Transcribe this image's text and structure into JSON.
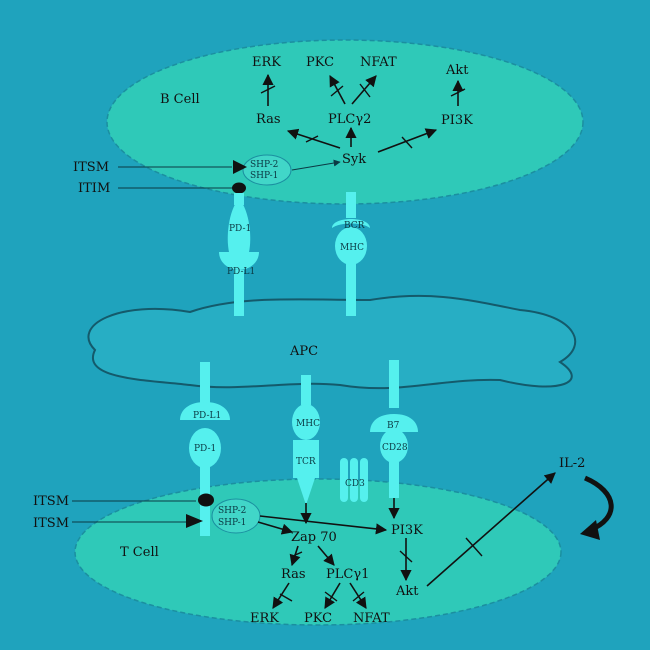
{
  "colors": {
    "background": "#1fa3bd",
    "cell": "#2fc9b8",
    "apc": "#27aec4",
    "receptor": "#55f0ee",
    "ink": "#111111"
  },
  "b_cell": {
    "title": "B Cell",
    "erk": "ERK",
    "pkc": "PKC",
    "nfat": "NFAT",
    "akt": "Akt",
    "ras": "Ras",
    "plc": "PLCγ2",
    "pi3k": "PI3K",
    "syk": "Syk",
    "shp2": "SHP-2",
    "shp1": "SHP-1",
    "itsm": "ITSM",
    "itim": "ITIM",
    "pd1": "PD-1",
    "pdl1": "PD-L1",
    "mhc": "MHC",
    "bcr": "BCR"
  },
  "apc": {
    "title": "APC"
  },
  "t_cell": {
    "title": "T Cell",
    "pdl1": "PD-L1",
    "pd1": "PD-1",
    "mhc": "MHC",
    "tcr": "TCR",
    "cd3": "CD3",
    "b7": "B7",
    "cd28": "CD28",
    "itsm": "ITSM",
    "itsm2": "ITSM",
    "shp2": "SHP-2",
    "shp1": "SHP-1",
    "zap70": "Zap 70",
    "pi3k": "PI3K",
    "ras": "Ras",
    "plc": "PLCγ1",
    "akt": "Akt",
    "erk": "ERK",
    "pkc": "PKC",
    "nfat": "NFAT",
    "il2": "IL-2"
  }
}
